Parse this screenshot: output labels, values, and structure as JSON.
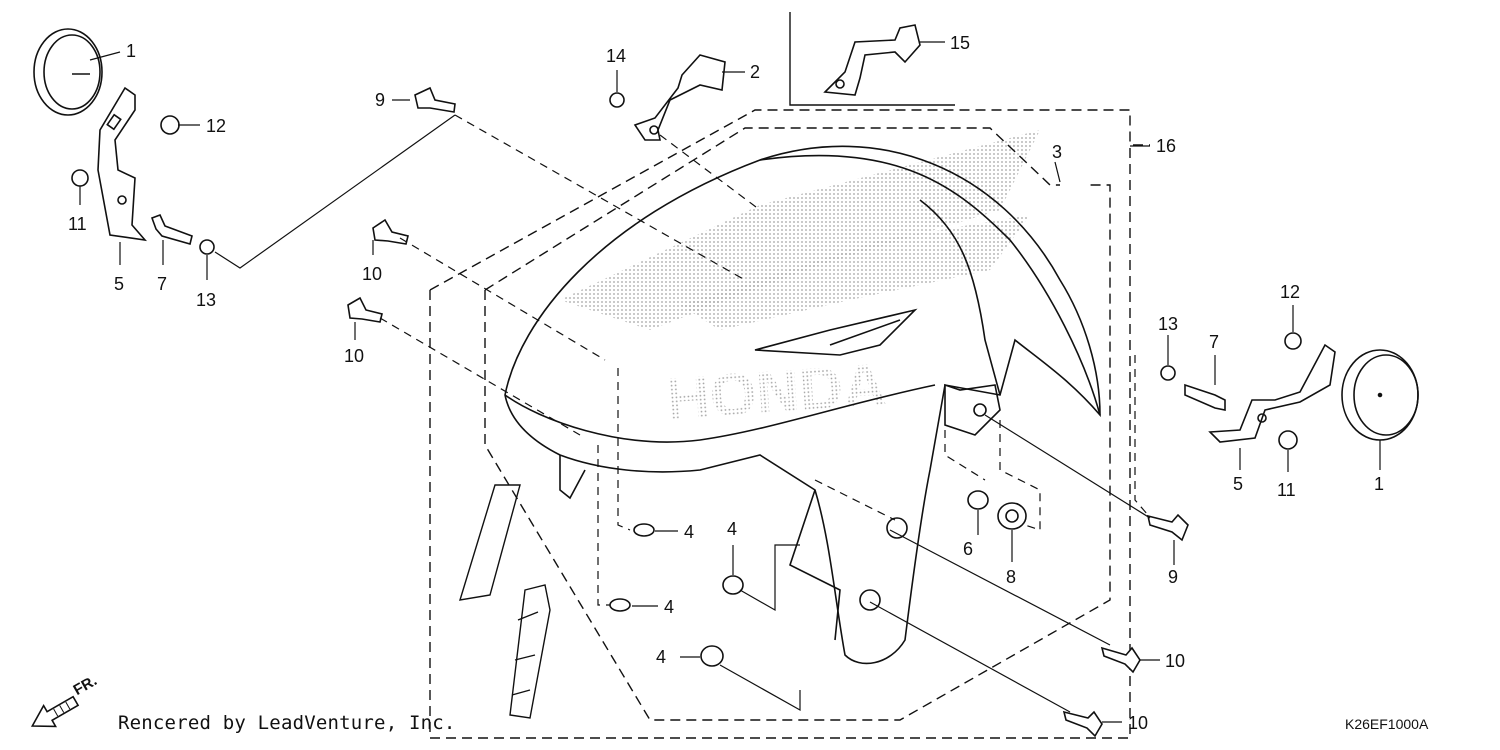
{
  "callouts": [
    {
      "label": "1"
    },
    {
      "label": "2"
    },
    {
      "label": "3"
    },
    {
      "label": "16"
    },
    {
      "label": "14"
    },
    {
      "label": "15"
    },
    {
      "label": "9"
    },
    {
      "label": "12"
    },
    {
      "label": "11"
    },
    {
      "label": "5"
    },
    {
      "label": "7"
    },
    {
      "label": "13"
    },
    {
      "label": "10"
    },
    {
      "label": "10"
    },
    {
      "label": "13"
    },
    {
      "label": "7"
    },
    {
      "label": "12"
    },
    {
      "label": "5"
    },
    {
      "label": "11"
    },
    {
      "label": "1"
    },
    {
      "label": "4"
    },
    {
      "label": "4"
    },
    {
      "label": "4"
    },
    {
      "label": "4"
    },
    {
      "label": "6"
    },
    {
      "label": "8"
    },
    {
      "label": "9"
    },
    {
      "label": "10"
    },
    {
      "label": "10"
    }
  ],
  "direction_marker": "FR.",
  "brand_marks": [
    "HONDA"
  ],
  "footer": {
    "credit": "Rencered by LeadVenture, Inc.",
    "diagram_code": "K26EF1000A"
  },
  "colors": {
    "line": "#111111",
    "logo": "#c8c8c8",
    "background": "#ffffff"
  }
}
